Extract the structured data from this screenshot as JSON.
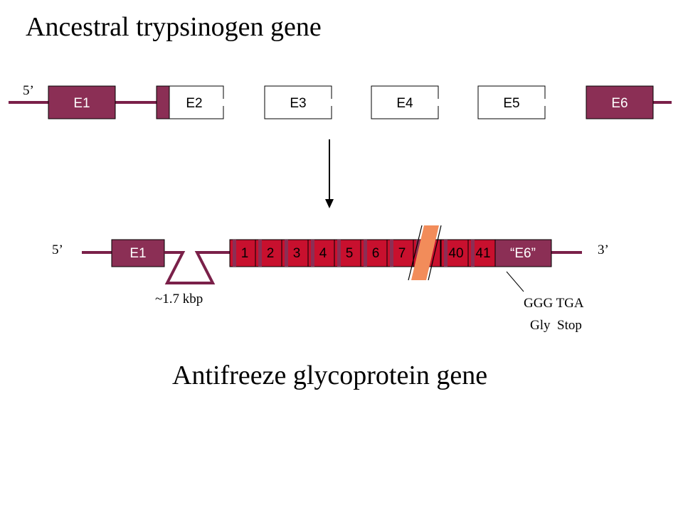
{
  "colors": {
    "exon_fill": "#8b2f55",
    "segment_fill": "#c8102e",
    "marker_fill": "#f28c5a",
    "line": "#7a2049",
    "white": "#ffffff"
  },
  "ancestral": {
    "title": "Ancestral trypsinogen gene",
    "five_prime": "5’",
    "exons": [
      {
        "label": "E1",
        "style": "filled"
      },
      {
        "label": "E2",
        "style": "partial"
      },
      {
        "label": "E3",
        "style": "open"
      },
      {
        "label": "E4",
        "style": "open"
      },
      {
        "label": "E5",
        "style": "open"
      },
      {
        "label": "E6",
        "style": "filled"
      }
    ]
  },
  "afgp": {
    "title": "Antifreeze glycoprotein gene",
    "five_prime": "5’",
    "three_prime": "3’",
    "e1_label": "E1",
    "intron_label": "~1.7 kbp",
    "segments": [
      "1",
      "2",
      "3",
      "4",
      "5",
      "6",
      "7",
      "",
      "40",
      "41"
    ],
    "e6_label": "“E6”",
    "codons": "GGG TGA",
    "amino_acids": "Gly  Stop"
  }
}
